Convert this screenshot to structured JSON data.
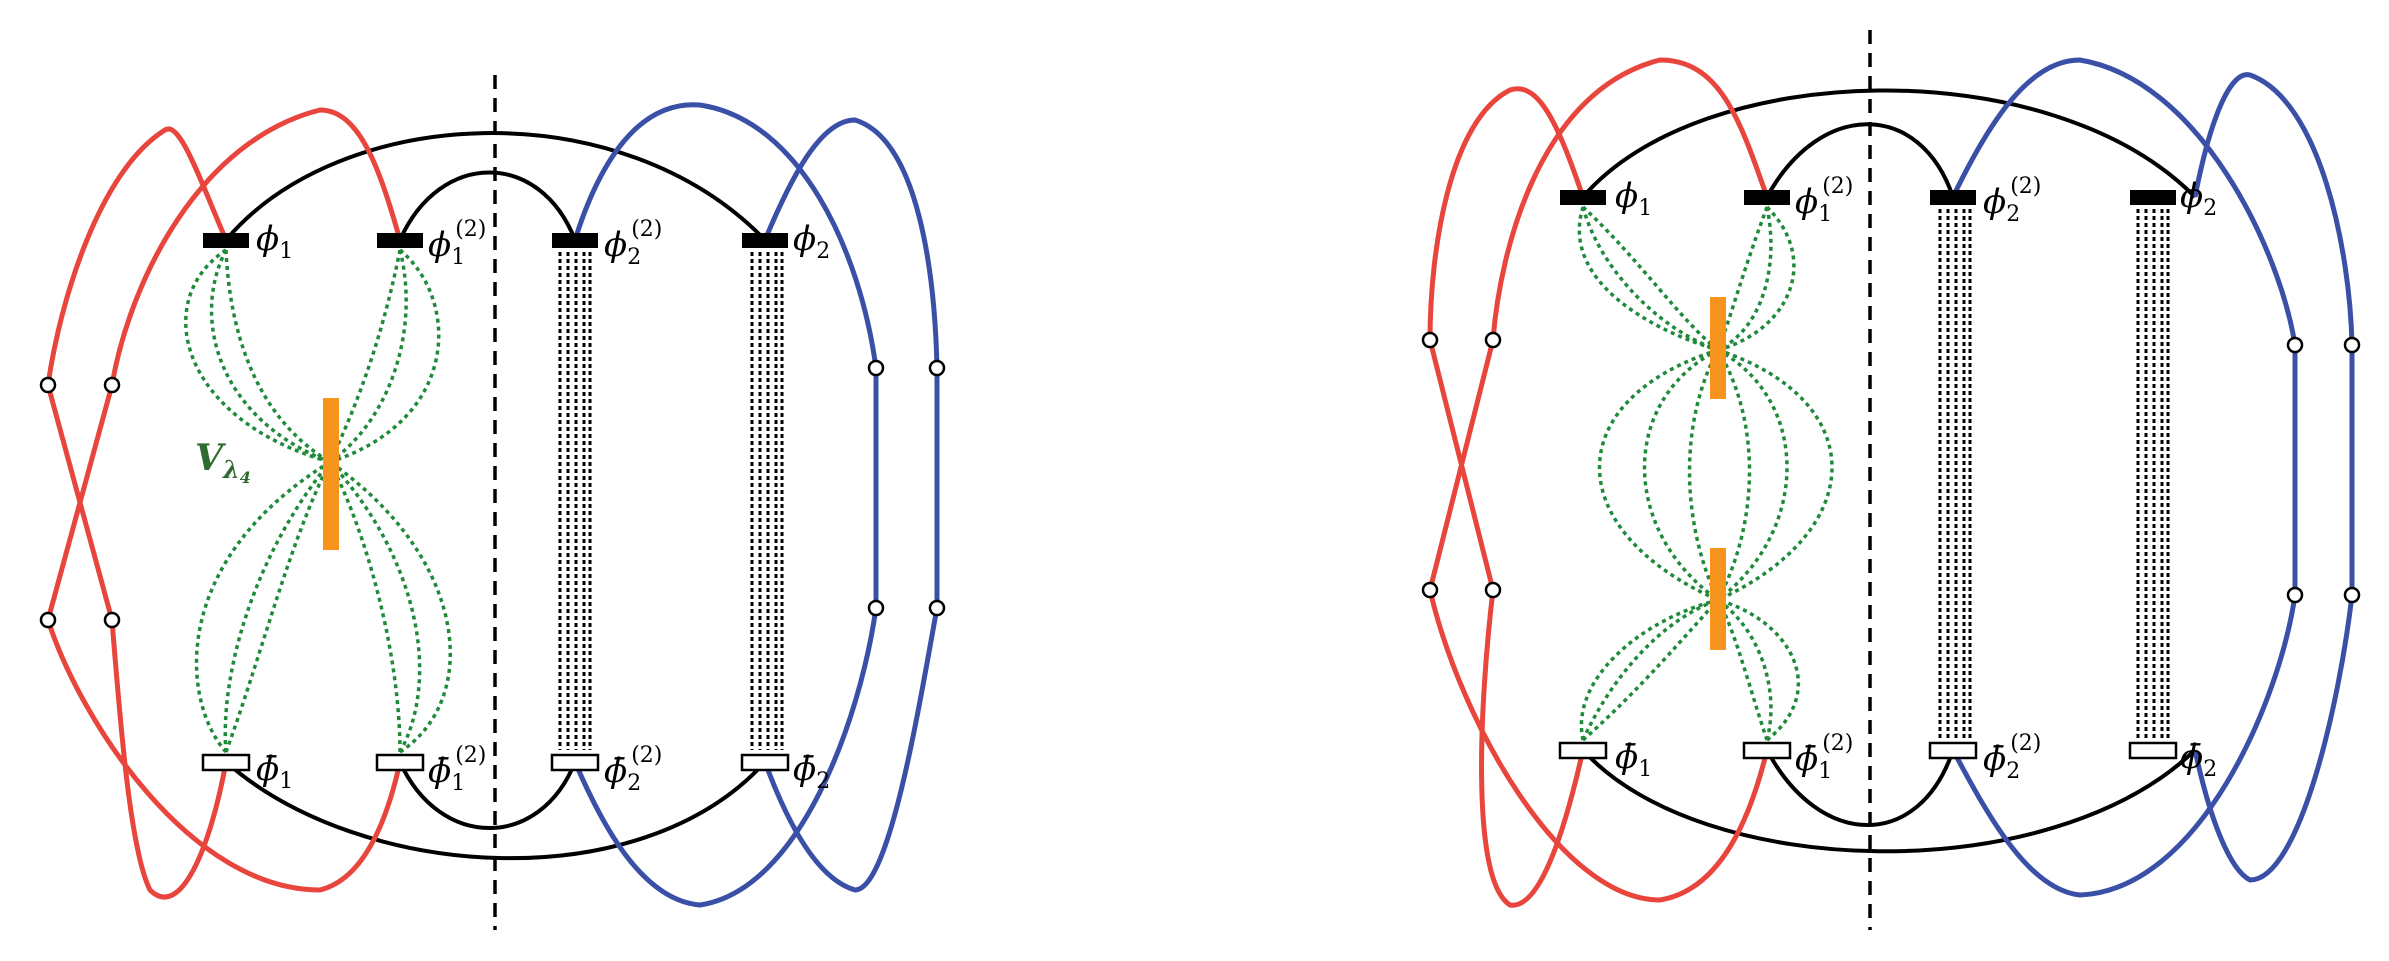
{
  "colors": {
    "red": "#e8453c",
    "blue": "#3a4fa6",
    "black": "#000000",
    "green": "#1f8a3a",
    "orange": "#f7941d",
    "vertex_label": "#2e6b2e"
  },
  "left_diagram": {
    "labels": {
      "phi1": "ϕ",
      "phi1_sub": "1",
      "phi1_2": "ϕ",
      "phi1_2_sub": "1",
      "phi1_2_sup": "(2)",
      "phi2_2": "ϕ",
      "phi2_2_sub": "2",
      "phi2_2_sup": "(2)",
      "phi2": "ϕ",
      "phi2_sub": "2",
      "phibar1": "ϕ̄",
      "phibar1_sub": "1",
      "phibar1_2": "ϕ̄",
      "phibar1_2_sub": "1",
      "phibar1_2_sup": "(2)",
      "phibar2_2": "ϕ̄",
      "phibar2_2_sub": "2",
      "phibar2_2_sup": "(2)",
      "phibar2": "ϕ̄",
      "phibar2_sub": "2"
    },
    "vertex_label": "V",
    "vertex_label_sub": "λ",
    "vertex_label_subsub": "4"
  },
  "right_diagram": {
    "labels": {
      "phi1": "ϕ",
      "phi1_sub": "1",
      "phi1_2": "ϕ",
      "phi1_2_sub": "1",
      "phi1_2_sup": "(2)",
      "phi2_2": "ϕ",
      "phi2_2_sub": "2",
      "phi2_2_sup": "(2)",
      "phi2": "ϕ",
      "phi2_sub": "2",
      "phibar1": "ϕ̄",
      "phibar1_sub": "1",
      "phibar1_2": "ϕ̄",
      "phibar1_2_sub": "1",
      "phibar1_2_sup": "(2)",
      "phibar2_2": "ϕ̄",
      "phibar2_2_sub": "2",
      "phibar2_2_sup": "(2)",
      "phibar2": "ϕ̄",
      "phibar2_sub": "2"
    }
  }
}
